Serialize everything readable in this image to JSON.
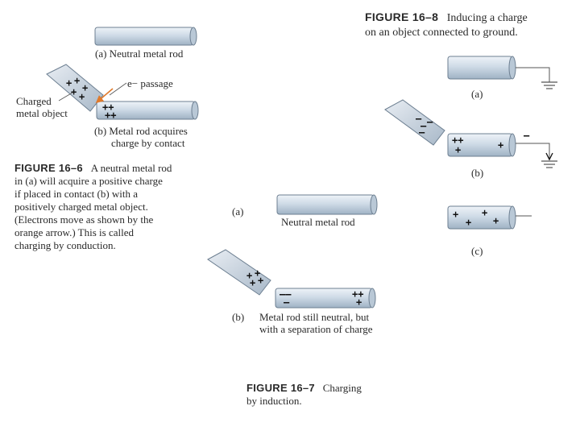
{
  "fig16_6": {
    "label_a": "(a) Neutral metal rod",
    "e_passage": "e− passage",
    "charged_object_line1": "Charged",
    "charged_object_line2": "metal object",
    "label_b_line1": "(b) Metal rod acquires",
    "label_b_line2": "charge by contact",
    "caption_title": "FIGURE 16–6",
    "caption_lines": [
      "A neutral metal rod",
      "in (a) will acquire a positive charge",
      "if placed in contact (b) with a",
      "positively charged metal object.",
      "(Electrons move as shown by the",
      "orange arrow.) This is called",
      "charging by conduction."
    ]
  },
  "fig16_7": {
    "label_a": "(a)",
    "rod_a_text": "Neutral metal rod",
    "label_b": "(b)",
    "label_b_line1": "Metal rod still neutral, but",
    "label_b_line2": "with a separation of charge",
    "caption_title": "FIGURE 16–7",
    "caption_line1": "Charging",
    "caption_line2": "by induction."
  },
  "fig16_8": {
    "caption_title": "FIGURE 16–8",
    "caption_line1": "Inducing a charge",
    "caption_line2": "on an object connected to ground.",
    "label_a": "(a)",
    "label_b": "(b)",
    "label_c": "(c)"
  },
  "colors": {
    "rod_fill": "#cfdbe7",
    "rod_stroke": "#6d7f91",
    "arrow": "#e07a2c"
  }
}
